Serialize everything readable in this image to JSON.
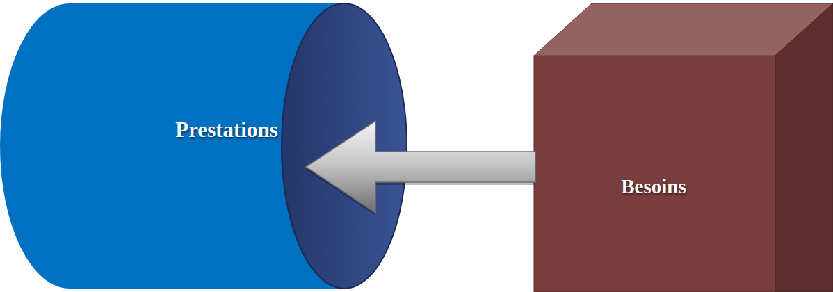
{
  "diagram": {
    "nodes": [
      {
        "text": [
          "Prestations"
        ]
      },
      {
        "text": [
          "Besoins"
        ]
      }
    ],
    "edges": [
      {
        "from": 1,
        "to": 0,
        "arrow": "to"
      }
    ]
  }
}
